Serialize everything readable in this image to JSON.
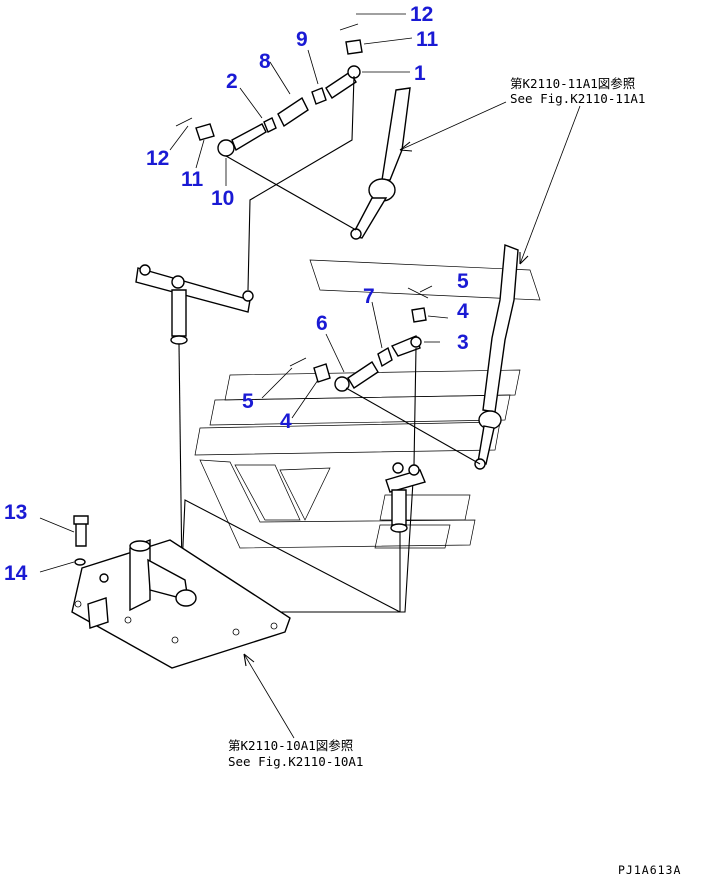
{
  "references": {
    "upper_jp": "第K2110-11A1図参照",
    "upper_en": "See Fig.K2110-11A1",
    "lower_jp": "第K2110-10A1図参照",
    "lower_en": "See Fig.K2110-10A1"
  },
  "callouts": [
    {
      "id": "c-12a",
      "label": "12"
    },
    {
      "id": "c-11a",
      "label": "11"
    },
    {
      "id": "c-9",
      "label": "9"
    },
    {
      "id": "c-8",
      "label": "8"
    },
    {
      "id": "c-1",
      "label": "1"
    },
    {
      "id": "c-2",
      "label": "2"
    },
    {
      "id": "c-12b",
      "label": "12"
    },
    {
      "id": "c-11b",
      "label": "11"
    },
    {
      "id": "c-10",
      "label": "10"
    },
    {
      "id": "c-5a",
      "label": "5"
    },
    {
      "id": "c-7",
      "label": "7"
    },
    {
      "id": "c-4a",
      "label": "4"
    },
    {
      "id": "c-6",
      "label": "6"
    },
    {
      "id": "c-3",
      "label": "3"
    },
    {
      "id": "c-5b",
      "label": "5"
    },
    {
      "id": "c-4b",
      "label": "4"
    },
    {
      "id": "c-13",
      "label": "13"
    },
    {
      "id": "c-14",
      "label": "14"
    }
  ],
  "drawing_code": "PJ1A613A",
  "colors": {
    "callout": "#1a1ad4",
    "line": "#000000",
    "background": "#ffffff"
  }
}
